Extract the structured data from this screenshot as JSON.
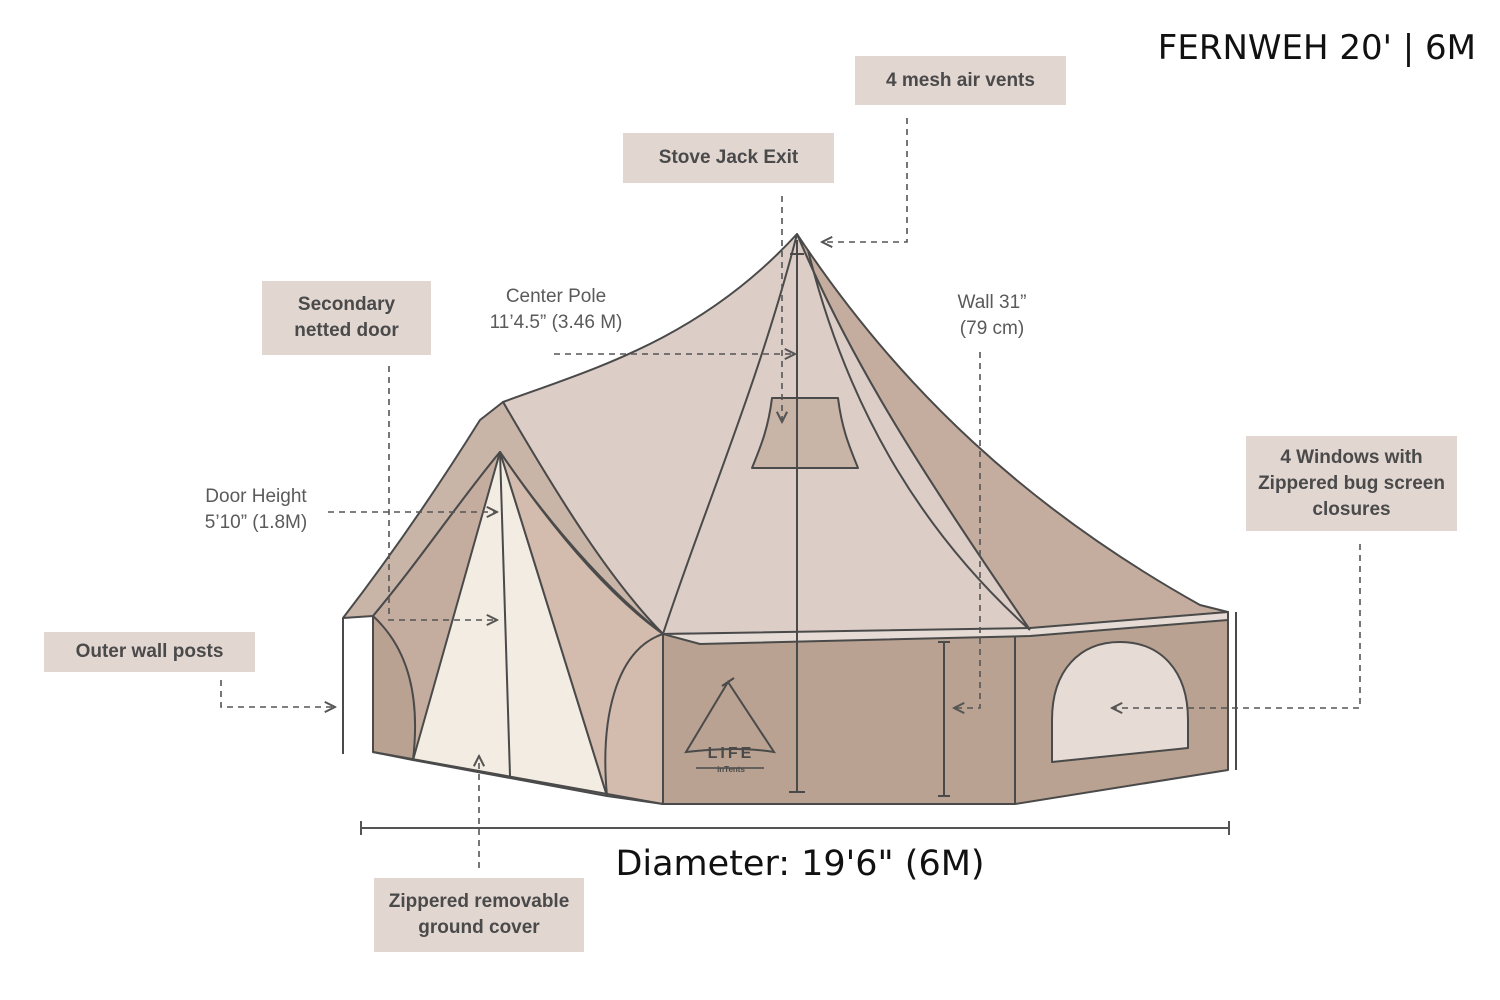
{
  "title": "FERNWEH 20' | 6M",
  "callouts": {
    "vents": "4 mesh air vents",
    "stove": "Stove Jack Exit",
    "secondary_door": "Secondary\nnetted door",
    "windows": "4 Windows with\nZippered bug screen\nclosures",
    "outer_posts": "Outer wall posts",
    "ground_cover": "Zippered removable\nground cover"
  },
  "measurements": {
    "center_pole": "Center Pole\n11’4.5” (3.46 M)",
    "wall": "Wall 31”\n(79 cm)",
    "door_height": "Door Height\n5’10” (1.8M)",
    "diameter": "Diameter: 19'6\" (6M)"
  },
  "logo": {
    "line1": "LIFE",
    "line2": "inTents"
  },
  "colors": {
    "label_bg": "#e2d6d1",
    "canvas_light": "#dccdc6",
    "canvas_mid": "#c4ad9f",
    "canvas_dark": "#b9a291",
    "door_inner": "#f3ece2",
    "outline": "#4a4a4a"
  }
}
